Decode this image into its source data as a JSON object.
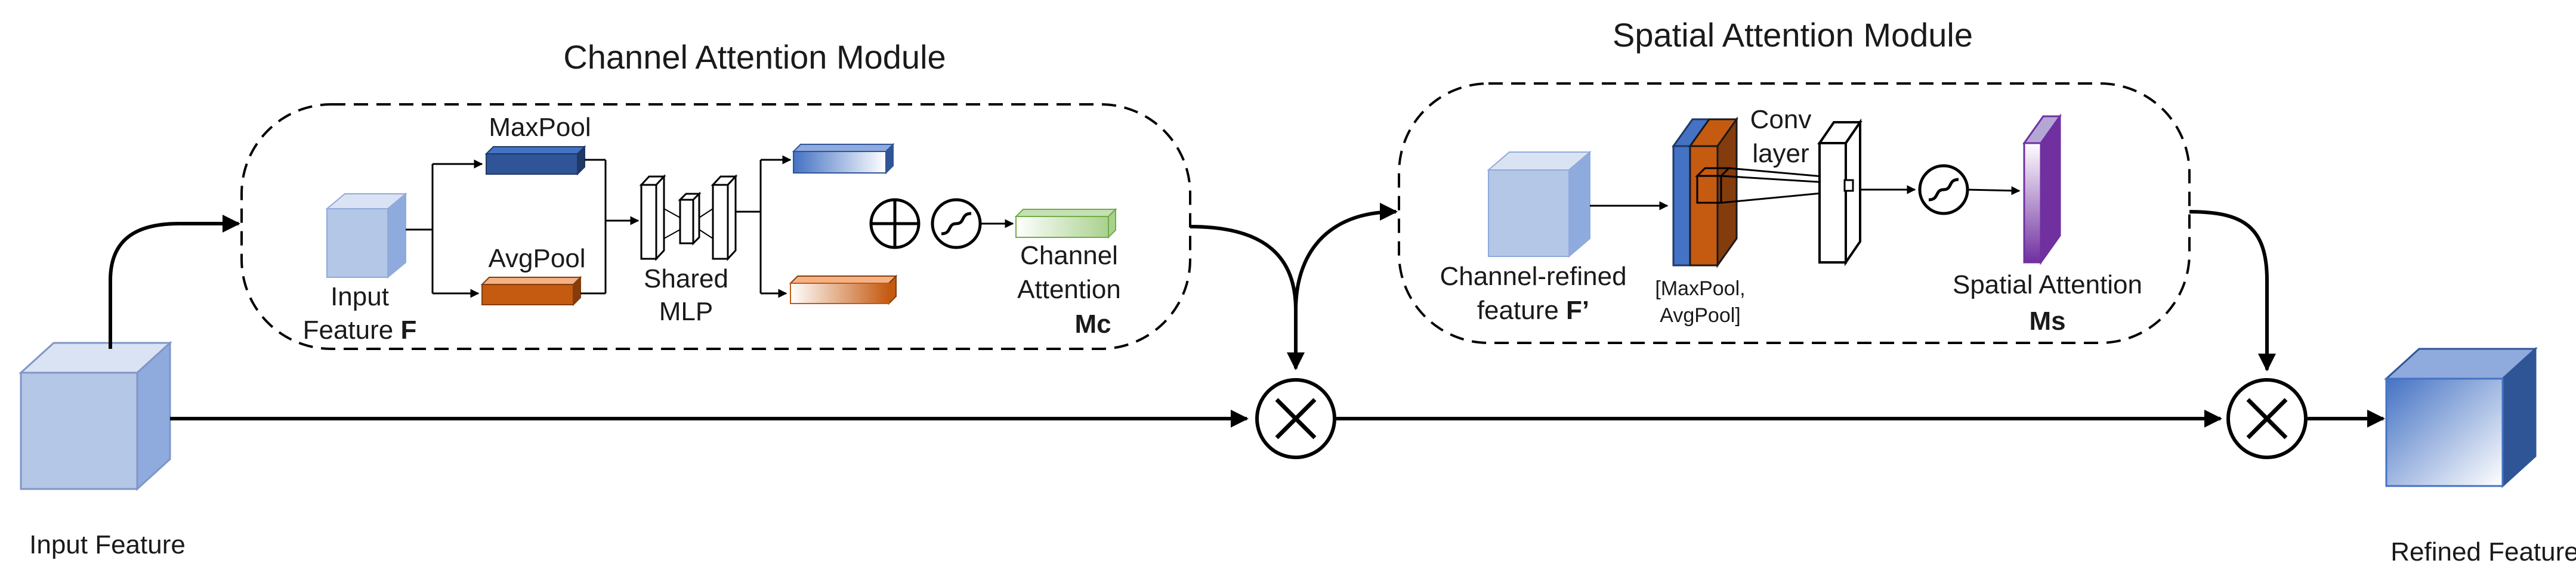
{
  "channel_module": {
    "title": "Channel Attention Module",
    "maxpool": "MaxPool",
    "avgpool": "AvgPool",
    "input_line1": "Input",
    "input_line2": "Feature",
    "input_symbol": "F",
    "mlp_line1": "Shared",
    "mlp_line2": "MLP",
    "output_line1": "Channel",
    "output_line2": "Attention",
    "output_symbol": "Mc"
  },
  "spatial_module": {
    "title": "Spatial Attention Module",
    "conv_line1": "Conv",
    "conv_line2": "layer",
    "input_line1": "Channel-refined",
    "input_line2": "feature",
    "input_symbol": "F’",
    "pool_line1": "[MaxPool,",
    "pool_line2": "AvgPool]",
    "output_line1": "Spatial Attention",
    "output_symbol": "Ms"
  },
  "input_feature": "Input Feature",
  "refined_feature": "Refined Feature",
  "colors": {
    "light_blue": "#b4c7e7",
    "dark_blue": "#2f5597",
    "orange": "#c55a11",
    "green": "#a9d18e",
    "purple": "#7030a0"
  }
}
